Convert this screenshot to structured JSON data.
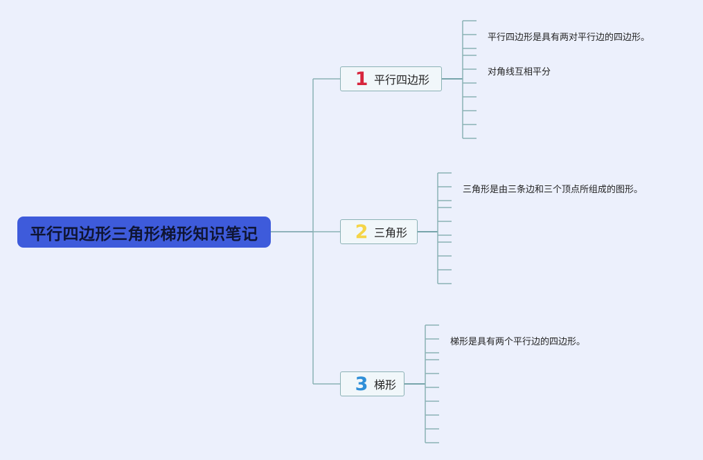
{
  "root": {
    "title": "平行四边形三角形梯形知识笔记"
  },
  "topics": [
    {
      "number": "1",
      "label": "平行四边形",
      "number_color": "#d7263d",
      "notes": [
        "平行四边形是具有两对平行边的四边形。",
        "对角线互相平分"
      ]
    },
    {
      "number": "2",
      "label": "三角形",
      "number_color": "#f5d547",
      "notes": [
        "三角形是由三条边和三个顶点所组成的图形。"
      ]
    },
    {
      "number": "3",
      "label": "梯形",
      "number_color": "#2f8fd8",
      "notes": [
        "梯形是具有两个平行边的四边形。"
      ]
    }
  ],
  "colors": {
    "background": "#ecf0fc",
    "root_fill": "#3e5bdb",
    "connector": "#8ab1b4",
    "node_fill": "#f1f7fa"
  }
}
